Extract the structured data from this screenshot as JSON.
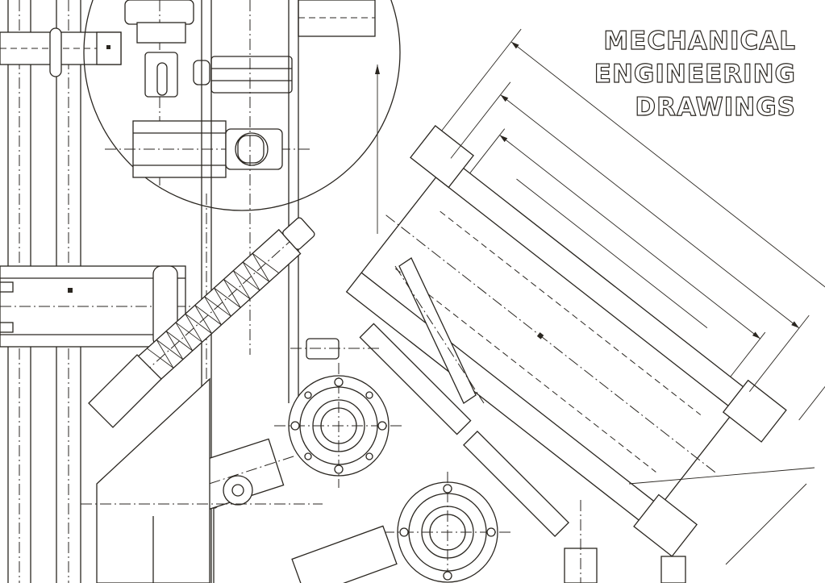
{
  "title": {
    "lines": [
      "MECHANICAL",
      "ENGINEERING",
      "DRAWINGS"
    ]
  },
  "colors": {
    "background": "#ffffff",
    "ink": "#2a2620"
  }
}
